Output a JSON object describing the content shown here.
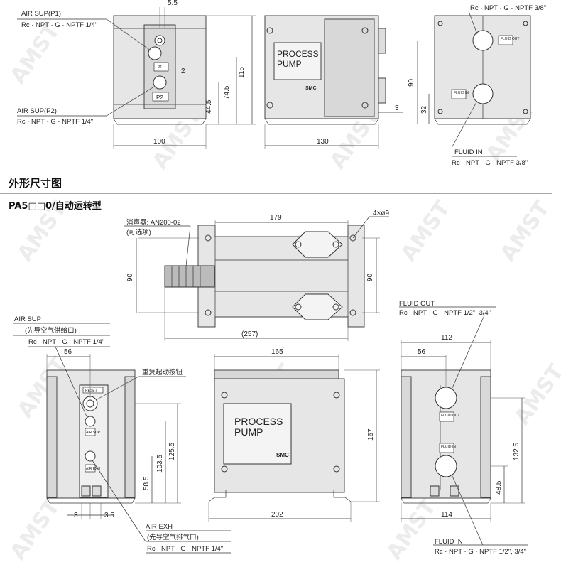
{
  "watermark": "AMST",
  "top": {
    "air_sup_p1": "AIR SUP(P1)",
    "air_sup_p1_spec": "Rc · NPT · G · NPTF 1/4\"",
    "air_sup_p2": "AIR SUP(P2)",
    "air_sup_p2_spec": "Rc · NPT · G · NPTF 1/4\"",
    "port_p1": "P1",
    "port_p2": "P2",
    "dim_5_5": "5.5",
    "dim_2": "2",
    "dim_115": "115",
    "dim_74_5": "74.5",
    "dim_44_5": "44.5",
    "dim_100": "100",
    "dim_130": "130",
    "dim_3": "3",
    "dim_90": "90",
    "dim_32": "32",
    "process_pump_line1": "PROCESS",
    "process_pump_line2": "PUMP",
    "smc": "SMC",
    "fluid_out_spec": "Rc · NPT · G · NPTF 3/8\"",
    "fluid_in": "FLUID IN",
    "fluid_in_spec": "Rc · NPT · G · NPTF 3/8\"",
    "fluid_out_tag": "FLUID OUT",
    "fluid_in_tag": "FLUID IN"
  },
  "section": {
    "title": "外形尺寸图",
    "subtitle": "PA5□□0/自动运转型"
  },
  "plan": {
    "silencer": "消声器: AN200-02",
    "silencer_opt": "(可选项)",
    "dim_179": "179",
    "dim_holes": "4×ø9",
    "dim_90_left": "90",
    "dim_90_right": "90",
    "dim_257": "(257)"
  },
  "front": {
    "air_sup": "AIR SUP",
    "air_sup_cn": "(先导空气供给口)",
    "air_sup_spec": "Rc · NPT · G · NPTF 1/4\"",
    "reset_button": "重复起动按钮",
    "reset_label": "RESET",
    "air_sup_tag": "AIR SUP",
    "air_exh_tag": "AIR EXH",
    "dim_56": "56",
    "dim_125_5": "125.5",
    "dim_103_5": "103.5",
    "dim_58_5": "58.5",
    "dim_3": "3",
    "dim_3_5": "3.5",
    "air_exh": "AIR EXH",
    "air_exh_cn": "(先导空气排气口)",
    "air_exh_spec": "Rc · NPT · G · NPTF 1/4\""
  },
  "side": {
    "dim_165": "165",
    "dim_167": "167",
    "dim_202": "202",
    "process_pump_line1": "PROCESS",
    "process_pump_line2": "PUMP",
    "smc": "SMC"
  },
  "right": {
    "fluid_out": "FLUID OUT",
    "fluid_out_spec": "Rc · NPT · G · NPTF 1/2\", 3/4\"",
    "dim_112": "112",
    "dim_56": "56",
    "dim_132_5": "132.5",
    "dim_48_5": "48.5",
    "dim_114": "114",
    "fluid_in": "FLUID IN",
    "fluid_in_spec": "Rc · NPT · G · NPTF 1/2\", 3/4\"",
    "fluid_out_tag": "FLUID OUT",
    "fluid_in_tag": "FLUID IN"
  }
}
